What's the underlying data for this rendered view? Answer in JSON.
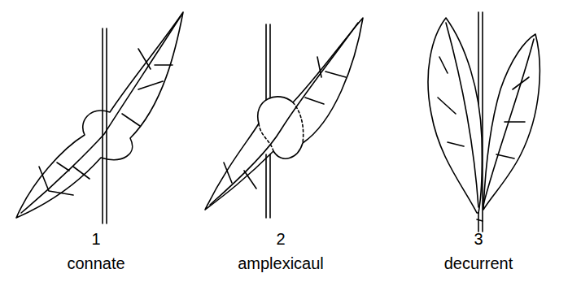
{
  "diagram": {
    "labels": [
      "1",
      "connate",
      "2",
      "amplexicaul",
      "3",
      "decurrent"
    ]
  }
}
